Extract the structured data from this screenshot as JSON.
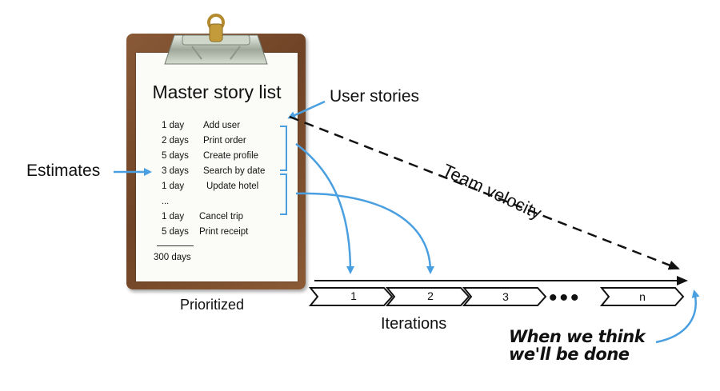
{
  "title": "Master story list",
  "stories": [
    {
      "estimate": "1 day",
      "name": "Add user"
    },
    {
      "estimate": "2 days",
      "name": "Print order"
    },
    {
      "estimate": "5 days",
      "name": "Create profile"
    },
    {
      "estimate": "3 days",
      "name": "Search by date"
    },
    {
      "estimate": "1 day",
      "name": "Update hotel"
    },
    {
      "estimate": "1 day",
      "name": "Cancel trip"
    },
    {
      "estimate": "5 days",
      "name": "Print receipt"
    }
  ],
  "ellipsis_row": "...",
  "total": "300 days",
  "labels": {
    "prioritized": "Prioritized",
    "user_stories": "User stories",
    "estimates": "Estimates",
    "team_velocity": "Team velocity",
    "iterations": "Iterations",
    "done_line1": "When we think",
    "done_line2": "we'll be done"
  },
  "iterations": [
    "1",
    "2",
    "3",
    "n"
  ],
  "iteration_ellipsis": "•••",
  "colors": {
    "arrow_blue": "#4a9fe0",
    "board_brown": "#7a4c2c",
    "line_black": "#111111"
  }
}
